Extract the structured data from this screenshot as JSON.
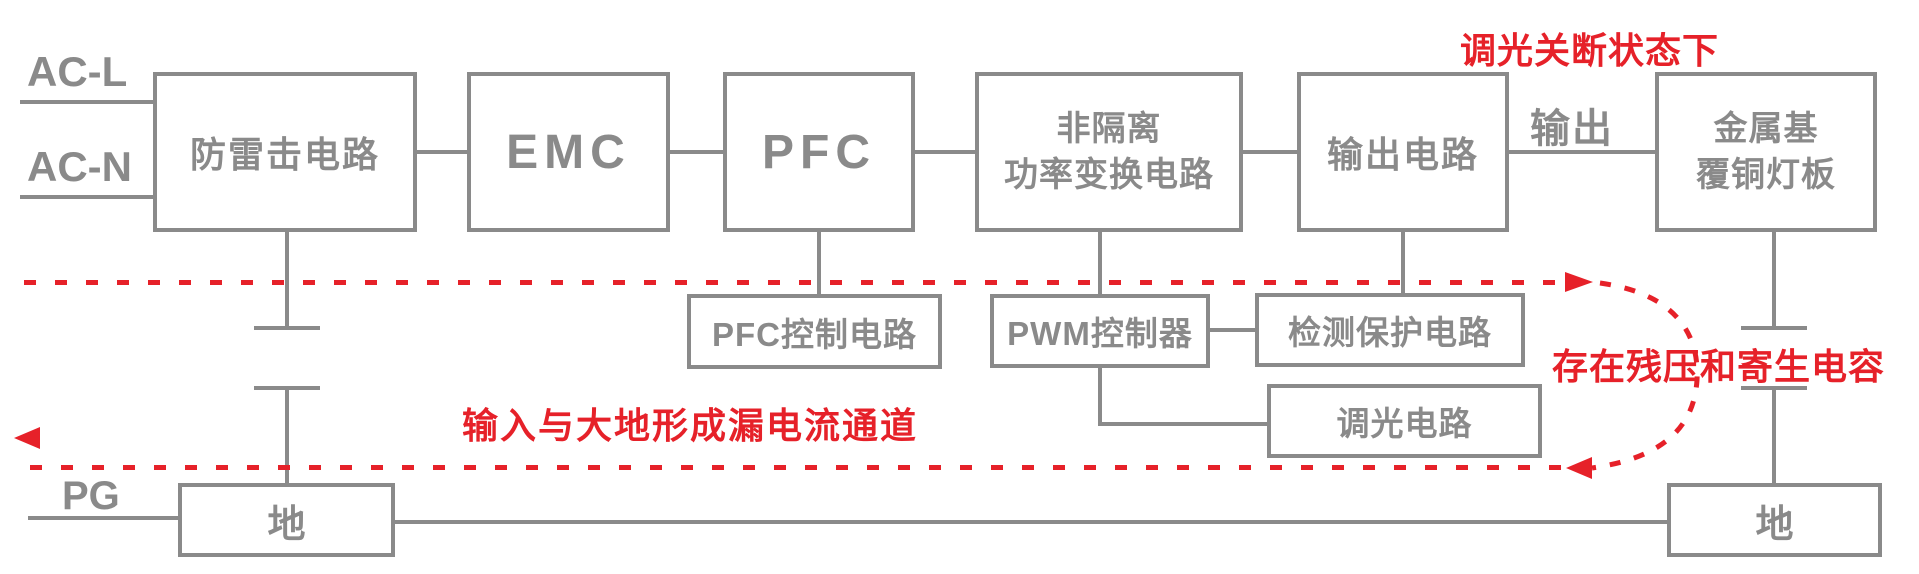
{
  "colors": {
    "line_gray": "#8a8a8a",
    "annotation_red": "#e62129",
    "background": "#ffffff"
  },
  "inputs": {
    "ac_l": "AC-L",
    "ac_n": "AC-N",
    "pg": "PG"
  },
  "blocks": {
    "lightning": "防雷击电路",
    "emc": "EMC",
    "pfc": "PFC",
    "converter_line1": "非隔离",
    "converter_line2": "功率变换电路",
    "output_circuit": "输出电路",
    "lamp_line1": "金属基",
    "lamp_line2": "覆铜灯板",
    "pfc_control": "PFC控制电路",
    "pwm_controller": "PWM控制器",
    "detection_protection": "检测保护电路",
    "dimming_circuit": "调光电路",
    "ground_left": "地",
    "ground_right": "地"
  },
  "wire_labels": {
    "output": "输出"
  },
  "annotations": {
    "dimming_off_state": "调光关断状态下",
    "residual_voltage": "存在残压和寄生电容",
    "leakage_path": "输入与大地形成漏电流通道"
  }
}
